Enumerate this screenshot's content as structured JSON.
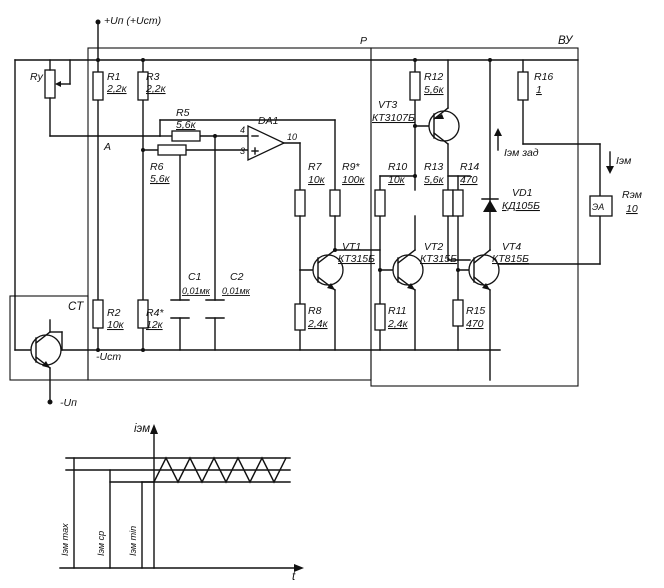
{
  "supply_pos": "+Uп (+Uст)",
  "supply_neg": "-Uп",
  "neg_stab": "-Uст",
  "node_a": "A",
  "node_p": "P",
  "blocks": {
    "ct": "CT",
    "vu": "ВУ"
  },
  "resistors": {
    "ry": "Rу",
    "r1": {
      "name": "R1",
      "value": "2,2к"
    },
    "r2": {
      "name": "R2",
      "value": "10к"
    },
    "r3": {
      "name": "R3",
      "value": "2,2к"
    },
    "r4": {
      "name": "R4*",
      "value": "12к"
    },
    "r5": {
      "name": "R5",
      "value": "5,6к"
    },
    "r6": {
      "name": "R6",
      "value": "5,6к"
    },
    "r7": {
      "name": "R7",
      "value": "10к"
    },
    "r8": {
      "name": "R8",
      "value": "2,4к"
    },
    "r9": {
      "name": "R9*",
      "value": "100к"
    },
    "r10": {
      "name": "R10",
      "value": "10к"
    },
    "r11": {
      "name": "R11",
      "value": "2,4к"
    },
    "r12": {
      "name": "R12",
      "value": "5,6к"
    },
    "r13": {
      "name": "R13",
      "value": "5,6к"
    },
    "r14": {
      "name": "R14",
      "value": "470"
    },
    "r15": {
      "name": "R15",
      "value": "470"
    },
    "r16": {
      "name": "R16",
      "value": "1"
    }
  },
  "capacitors": {
    "c1": {
      "name": "C1",
      "value": "0,01мк"
    },
    "c2": {
      "name": "C2",
      "value": "0,01мк"
    }
  },
  "opamp": {
    "name": "DA1",
    "pin_inv": "4",
    "pin_noninv": "3",
    "pin_out": "10"
  },
  "transistors": {
    "vt1": {
      "name": "VT1",
      "type": "КТ315Б"
    },
    "vt2": {
      "name": "VT2",
      "type": "КТ315Б"
    },
    "vt3": {
      "name": "VT3",
      "type": "КТ3107Б"
    },
    "vt4": {
      "name": "VT4",
      "type": "КТ815Б"
    }
  },
  "diode": {
    "name": "VD1",
    "type": "КД105Б"
  },
  "coil": {
    "name": "ЭА",
    "label": "Rэм",
    "value": "10"
  },
  "currents": {
    "hold": "Iэм зад",
    "coil": "Iэм"
  },
  "graph": {
    "y_label": "iэм",
    "x_label": "t",
    "levels": [
      "Iэм max",
      "Iэм ср",
      "Iэм min"
    ]
  }
}
